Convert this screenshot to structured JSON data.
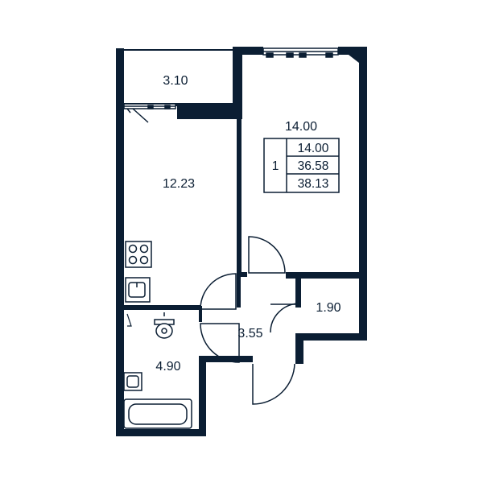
{
  "colors": {
    "wall": "#0b1e33",
    "background": "#ffffff",
    "fixture": "#0b1e33"
  },
  "rooms": {
    "balcony": {
      "area": "3.10"
    },
    "kitchen": {
      "area": "12.23"
    },
    "living": {
      "area": "14.00"
    },
    "bathroom": {
      "area": "4.90"
    },
    "hall": {
      "area": "3.55"
    },
    "closet": {
      "area": "1.90"
    }
  },
  "summary": {
    "rooms_count": "1",
    "living_area": "14.00",
    "total_area": "36.58",
    "total_with_balcony": "38.13"
  },
  "icons": [
    "stove-icon",
    "kitchen-sink-icon",
    "toilet-icon",
    "washbasin-icon",
    "bathtub-icon",
    "window-icon",
    "door-icon"
  ]
}
